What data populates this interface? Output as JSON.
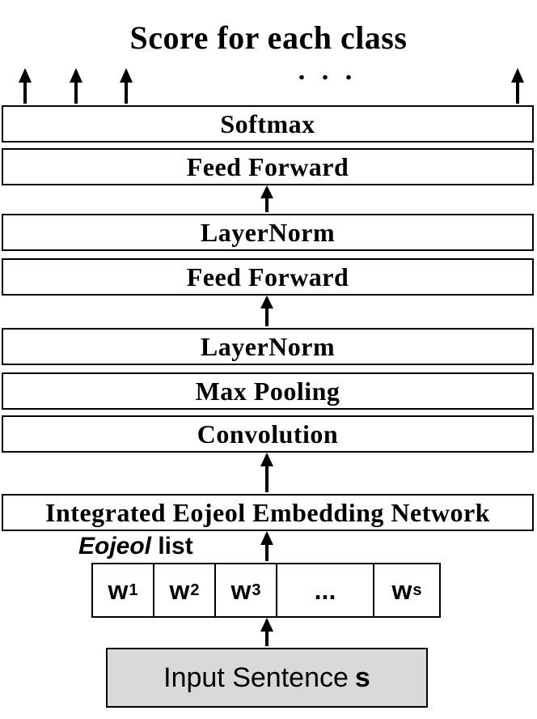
{
  "title": "Score for each class",
  "output_ellipsis": ". . .",
  "layers": {
    "softmax": "Softmax",
    "feed_forward_top": "Feed Forward",
    "layernorm_top": "LayerNorm",
    "feed_forward_mid": "Feed Forward",
    "layernorm_mid": "LayerNorm",
    "max_pooling": "Max Pooling",
    "convolution": "Convolution",
    "embedding_network": "Integrated Eojeol Embedding Network"
  },
  "eojeol_list": {
    "label_italic": "Eojeol",
    "label_rest": " list",
    "tokens": [
      {
        "base": "w",
        "sub": "1"
      },
      {
        "base": "w",
        "sub": "2"
      },
      {
        "base": "w",
        "sub": "3"
      },
      {
        "base": "...",
        "sub": ""
      },
      {
        "base": "w",
        "sub": "s"
      }
    ]
  },
  "input": {
    "label": "Input Sentence",
    "variable": "s"
  }
}
